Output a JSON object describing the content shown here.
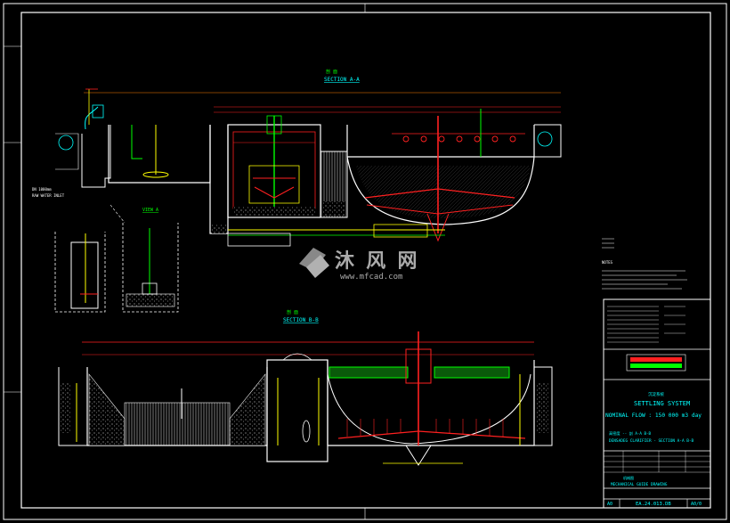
{
  "drawing": {
    "section_aa_title_cn": "剖 面",
    "section_aa_title": "SECTION A-A",
    "section_bb_title_cn": "剖 面",
    "section_bb_title": "SECTION B-B",
    "view_a_title": "VIEW A",
    "raw_water_label": "DN 1000mm",
    "raw_water_sub": "RAW WATER INLET",
    "notes_heading": "NOTES"
  },
  "title_block": {
    "system_heading": "沉淀系统",
    "system_name": "SETTLING SYSTEM",
    "nominal_flow": "NOMINAL FLOW :   150 000 m3  day",
    "section_cn": "高密度 -- 剖 A-A B-B",
    "section_en": "DENSADEG CLARIFIER - SECTION A-A B-B",
    "drawing_cn": "机械图",
    "drawing_en": "MECHANICAL GUIDE DRAWING",
    "sheet_size_left": "A0",
    "drawing_number": "EA.24.013.DB",
    "sheet_size_right": "A0/0"
  },
  "watermark": {
    "brand_cn": "沐 风 网",
    "url": "www.mfcad.com"
  },
  "colors": {
    "background": "#000000",
    "frame": "#ffffff",
    "structure": "#ffffff",
    "pipe_red": "#ff2020",
    "pipe_yellow": "#ffff00",
    "pipe_green": "#00ff00",
    "pipe_cyan": "#00ffff",
    "dimension_orange": "#ff8000",
    "title_text_cyan": "#00ffff",
    "watermark": "#c0c0c0"
  }
}
